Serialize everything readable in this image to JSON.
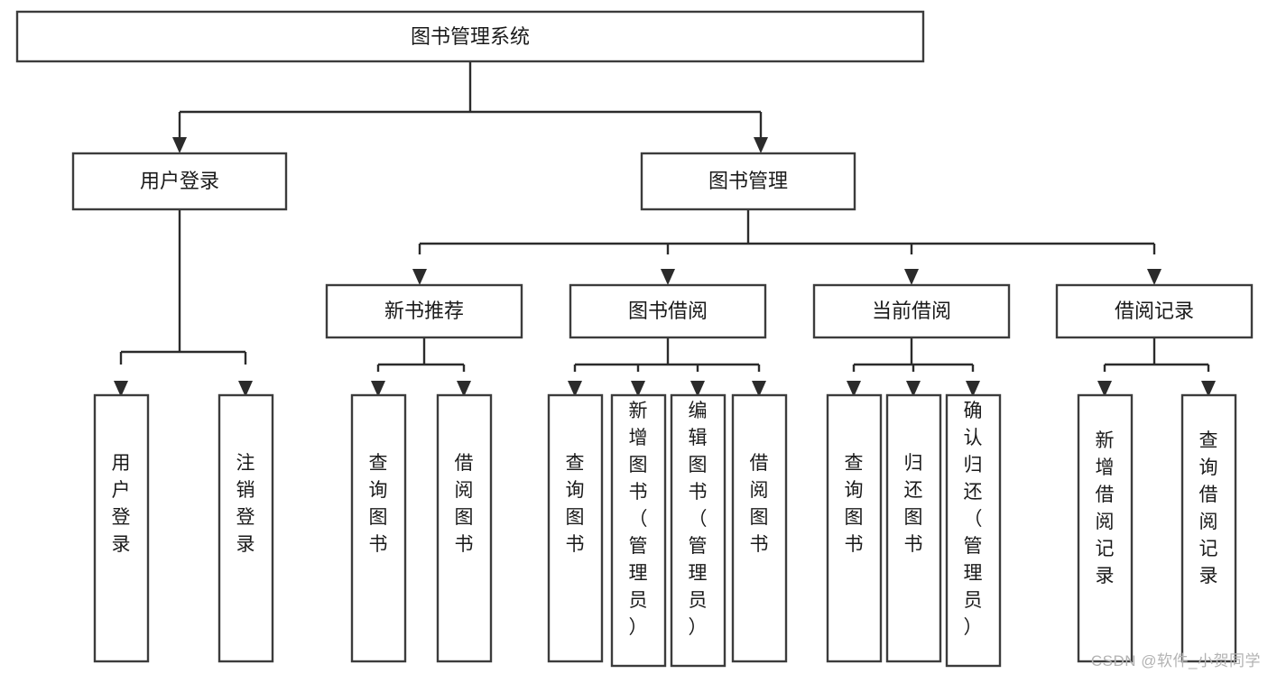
{
  "diagram": {
    "type": "tree-hierarchy-chart",
    "title": "图书管理系统",
    "orientation": "top-down",
    "background_color": "#ffffff",
    "box_fill": "#ffffff",
    "box_stroke": "#3c3c3c",
    "connector_color": "#2b2b2b",
    "text_color": "#1a1a1a"
  },
  "root": {
    "label": "图书管理系统"
  },
  "level2": [
    {
      "label": "用户登录"
    },
    {
      "label": "图书管理"
    }
  ],
  "level3": [
    {
      "label": "新书推荐"
    },
    {
      "label": "图书借阅"
    },
    {
      "label": "当前借阅"
    },
    {
      "label": "借阅记录"
    }
  ],
  "leaves": {
    "user_login": [
      {
        "label": "用户登录"
      },
      {
        "label": "注销登录"
      }
    ],
    "new_book_recommend": [
      {
        "label": "查询图书"
      },
      {
        "label": "借阅图书"
      }
    ],
    "book_borrow": [
      {
        "label": "查询图书"
      },
      {
        "label": "新增图书（管理员）"
      },
      {
        "label": "编辑图书（管理员）"
      },
      {
        "label": "借阅图书"
      }
    ],
    "current_borrow": [
      {
        "label": "查询图书"
      },
      {
        "label": "归还图书"
      },
      {
        "label": "确认归还（管理员）"
      }
    ],
    "borrow_record": [
      {
        "label": "新增借阅记录"
      },
      {
        "label": "查询借阅记录"
      }
    ]
  },
  "watermark": {
    "text": "CSDN @软件_小贺同学"
  }
}
